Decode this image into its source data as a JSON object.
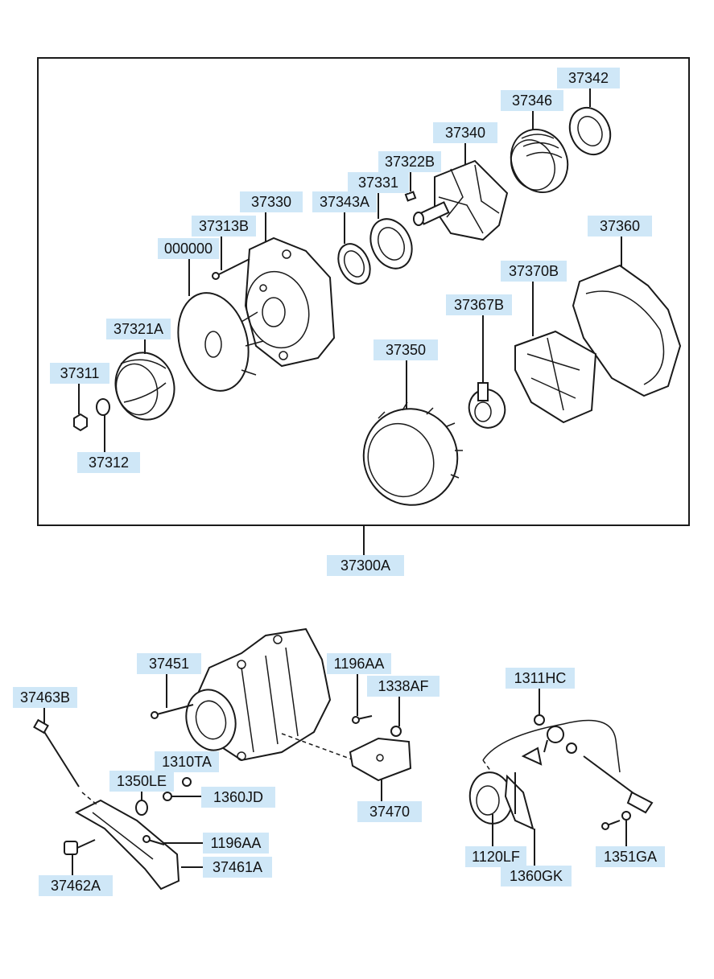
{
  "labels": {
    "p37342": "37342",
    "p37346": "37346",
    "p37340": "37340",
    "p37322B": "37322B",
    "p37331": "37331",
    "p37343A": "37343A",
    "p37330": "37330",
    "p37313B": "37313B",
    "p000000": "000000",
    "p37360": "37360",
    "p37370B": "37370B",
    "p37367B": "37367B",
    "p37321A": "37321A",
    "p37350": "37350",
    "p37311": "37311",
    "p37312": "37312",
    "p37300A": "37300A",
    "p37451": "37451",
    "p1196AA_a": "1196AA",
    "p1338AF": "1338AF",
    "p37463B": "37463B",
    "p1310TA": "1310TA",
    "p1350LE": "1350LE",
    "p1360JD": "1360JD",
    "p37470": "37470",
    "p1196AA_b": "1196AA",
    "p37461A": "37461A",
    "p37462A": "37462A",
    "p1311HC": "1311HC",
    "p1120LF": "1120LF",
    "p1360GK": "1360GK",
    "p1351GA": "1351GA"
  }
}
